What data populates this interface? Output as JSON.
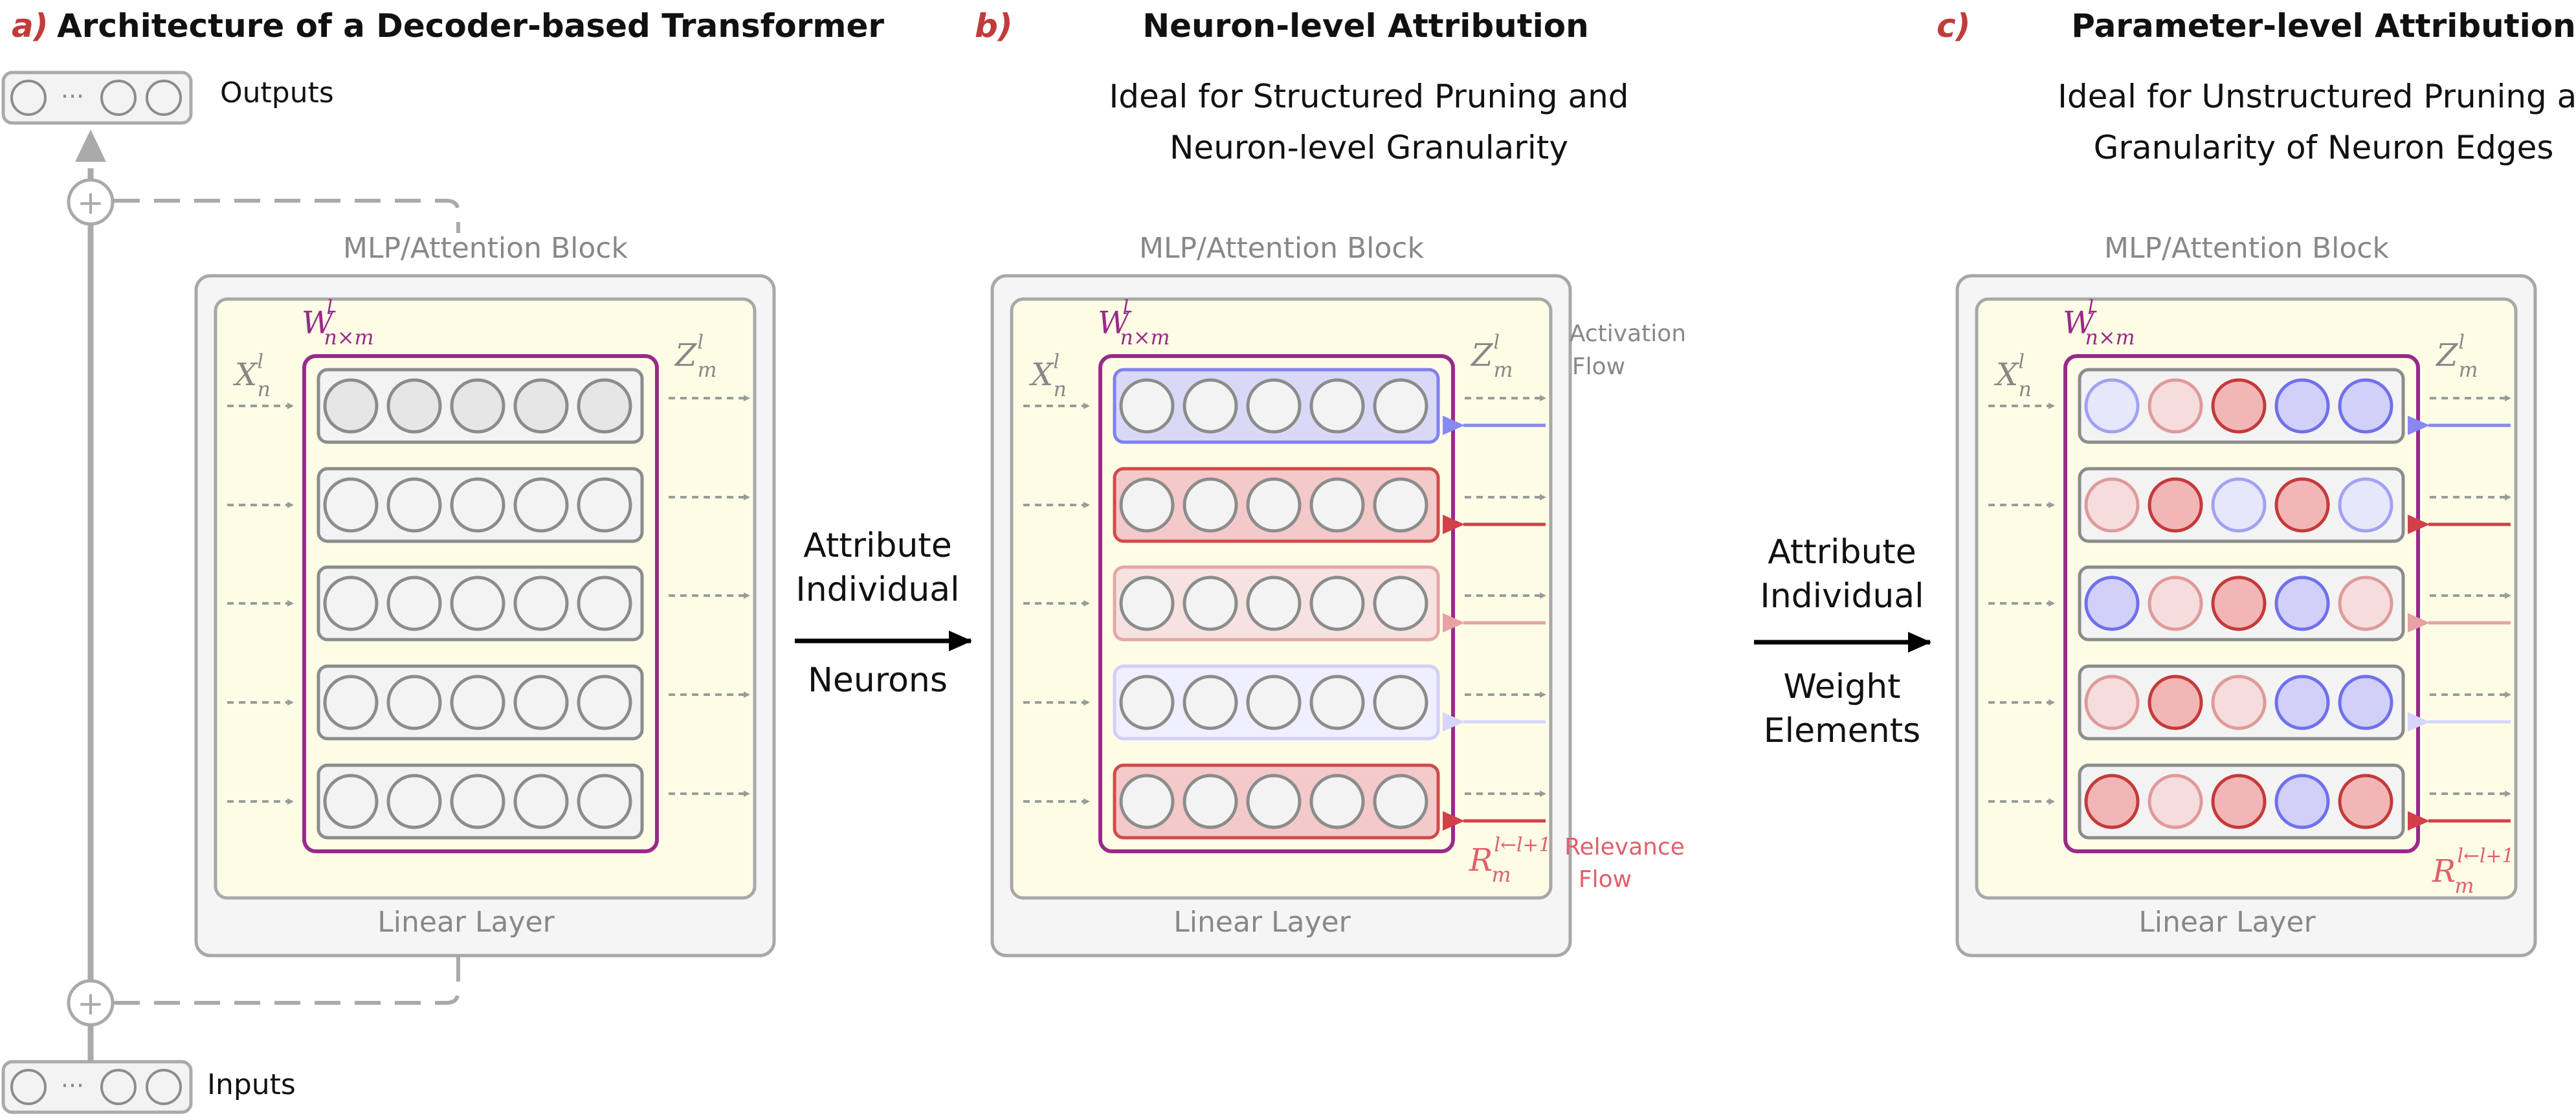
{
  "colors": {
    "red": "#c23b3b",
    "block_border": "#a8a8a8",
    "block_fill": "#f5f5f5",
    "layer_fill": "#fdfde6",
    "purple": "#9a2a8a",
    "neuron_fill": "#f3f3f3",
    "neuron_stroke": "#8c8c8c",
    "flow_gray": "#9b9b9b",
    "relevance_red": "#e0606a",
    "blue": "#7878f0",
    "pink": "#e07070",
    "text_black": "#111111",
    "text_gray": "#888888"
  },
  "panel_a": {
    "letter": "a)",
    "title": "Architecture of a Decoder-based Transformer",
    "outputs_label": "Outputs",
    "inputs_label": "Inputs",
    "block_label": "MLP/Attention Block",
    "layer_label": "Linear Layer",
    "weight_label": "W",
    "weight_sup": "l",
    "weight_sub": "n×m",
    "x_label": "X",
    "x_sup": "l",
    "x_sub": "n",
    "z_label": "Z",
    "z_sup": "l",
    "z_sub": "m",
    "ellipsis": "···",
    "plus_symbol": "+"
  },
  "arrow_ab": {
    "line1": "Attribute",
    "line2": "Individual",
    "line3": "Neurons"
  },
  "panel_b": {
    "letter": "b)",
    "title": "Neuron-level Attribution",
    "subtitle_line1": "Ideal for Structured Pruning and",
    "subtitle_line2": "Neuron-level Granularity",
    "block_label": "MLP/Attention Block",
    "layer_label": "Linear Layer",
    "activation_line1": "Activation",
    "activation_line2": "Flow",
    "relevance_line1": "Relevance",
    "relevance_line2": "Flow",
    "r_label": "R",
    "r_sup": "l←l+1",
    "r_sub": "m",
    "row_fills": [
      "#d9d9f7",
      "#f4c9c9",
      "#f7e2e2",
      "#efefff",
      "#f4c9c9"
    ],
    "row_strokes": [
      "#8080f0",
      "#d24a4a",
      "#e6a6a6",
      "#d0d0fa",
      "#d24a4a"
    ],
    "arrow_colors": [
      "#8888f2",
      "#d2404a",
      "#e8a2a2",
      "#d6d6fb",
      "#d2404a"
    ]
  },
  "arrow_bc": {
    "line1": "Attribute",
    "line2": "Individual",
    "line3": "Weight",
    "line4": "Elements"
  },
  "panel_c": {
    "letter": "c)",
    "title": "Parameter-level Attribution",
    "subtitle_line1": "Ideal for Unstructured Pruning  at",
    "subtitle_line2": "Granularity of Neuron Edges",
    "block_label": "MLP/Attention Block",
    "layer_label": "Linear Layer",
    "r_label": "R",
    "r_sup": "l←l+1",
    "r_sub": "m",
    "neuron_colors": [
      [
        "lightblue",
        "lightred",
        "red",
        "blue",
        "blue"
      ],
      [
        "lightred",
        "red",
        "lightblue",
        "red",
        "lightblue"
      ],
      [
        "blue",
        "lightred",
        "red",
        "blue",
        "lightred"
      ],
      [
        "lightred",
        "red",
        "lightred",
        "blue",
        "blue"
      ],
      [
        "red",
        "lightred",
        "red",
        "blue",
        "red"
      ]
    ],
    "arrow_colors": [
      "#8888f2",
      "#d2404a",
      "#e8a2a2",
      "#d6d6fb",
      "#d2404a"
    ]
  }
}
